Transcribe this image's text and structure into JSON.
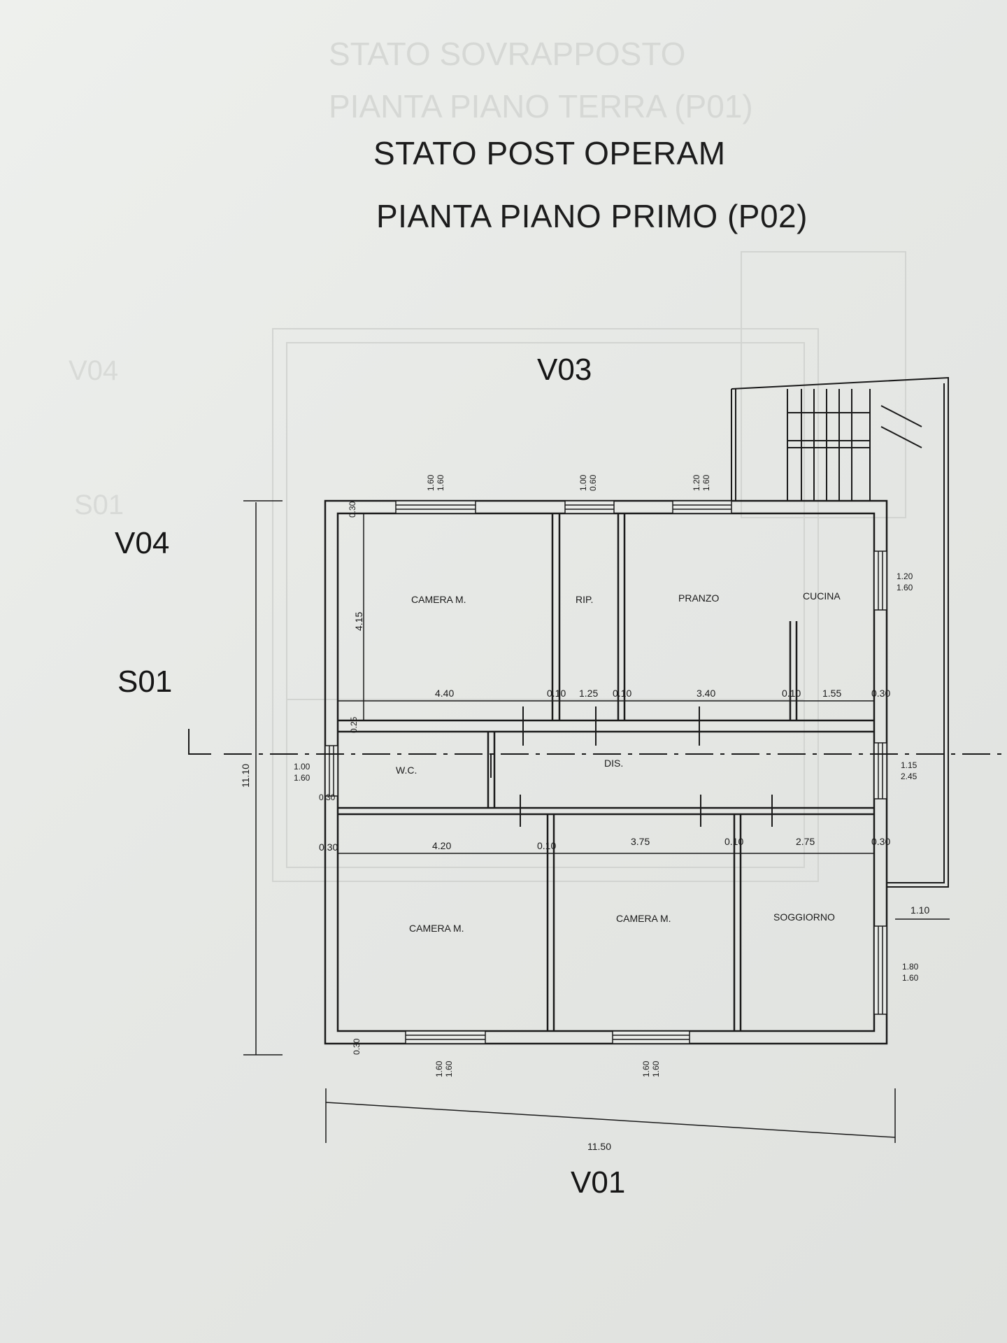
{
  "title": {
    "line1": "STATO POST OPERAM",
    "line2": "PIANTA PIANO PRIMO (P02)"
  },
  "ghost_text": {
    "line1": "STATO SOVRAPPOSTO",
    "line2": "PIANTA PIANO TERRA (P01)",
    "side1": "V04",
    "side2": "S01"
  },
  "views": {
    "top": "V03",
    "left": "V04",
    "section": "S01",
    "bottom": "V01"
  },
  "rooms": {
    "camera_top": "CAMERA M.",
    "rip": "RIP.",
    "pranzo": "PRANZO",
    "cucina": "CUCINA",
    "wc": "W.C.",
    "dis": "DIS.",
    "camera_bl": "CAMERA M.",
    "camera_bm": "CAMERA M.",
    "soggiorno": "SOGGIORNO"
  },
  "dimensions": {
    "total_width": "11.50",
    "total_height": "11.10",
    "top_row": [
      "4.40",
      "0.10",
      "1.25",
      "0.10",
      "3.40",
      "0.10",
      "1.55",
      "0.30"
    ],
    "bottom_row": [
      "0.30",
      "4.20",
      "0.10",
      "3.75",
      "0.10",
      "2.75",
      "0.30"
    ],
    "height_top": "4.15",
    "wall_top": "0.30",
    "wall_mid": "0.25",
    "wall_wc": "0.30",
    "wall_bottom": "0.30",
    "balcony": "1.10"
  },
  "windows": {
    "top_1": [
      "1.60",
      "1.60"
    ],
    "top_2": [
      "1.00",
      "0.60"
    ],
    "top_3": [
      "1.20",
      "1.60"
    ],
    "right_cucina": [
      "1.20",
      "1.60"
    ],
    "right_dis": [
      "1.15",
      "2.45"
    ],
    "right_soggiorno": [
      "1.80",
      "1.60"
    ],
    "left_wc": [
      "1.00",
      "1.60"
    ],
    "bottom_1": [
      "1.60",
      "1.60"
    ],
    "bottom_2": [
      "1.60",
      "1.60"
    ]
  },
  "colors": {
    "line": "#1a1a1a",
    "paper": "#e9ebe8"
  }
}
